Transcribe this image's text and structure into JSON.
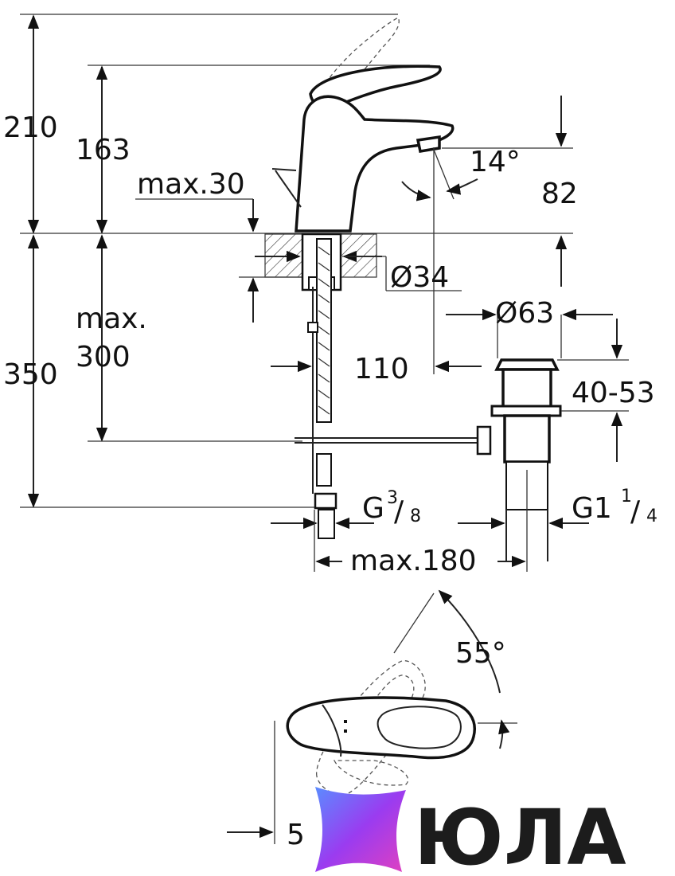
{
  "drawing": {
    "dimensions": {
      "total_height": "210",
      "spout_height": "163",
      "max_thickness": "max.30",
      "outlet_height": "82",
      "spout_angle": "14°",
      "hole_diameter": "Ø34",
      "waste_diameter": "Ø63",
      "waste_range": "40-53",
      "under_depth_max": "max.",
      "under_depth_value": "300",
      "total_depth": "350",
      "hose_offset": "110",
      "connection_thread": "G",
      "connection_thread_num": "3",
      "connection_thread_den": "8",
      "waste_thread": "G1",
      "waste_thread_num": "1",
      "waste_thread_den": "4",
      "max_180": "max.180",
      "lever_angle": "55°",
      "bottom_dim": "5"
    }
  },
  "logo": {
    "text": "ЮЛА",
    "gradient_start": "#5b8cff",
    "gradient_mid": "#9a3cf0",
    "gradient_end": "#e040c0"
  }
}
